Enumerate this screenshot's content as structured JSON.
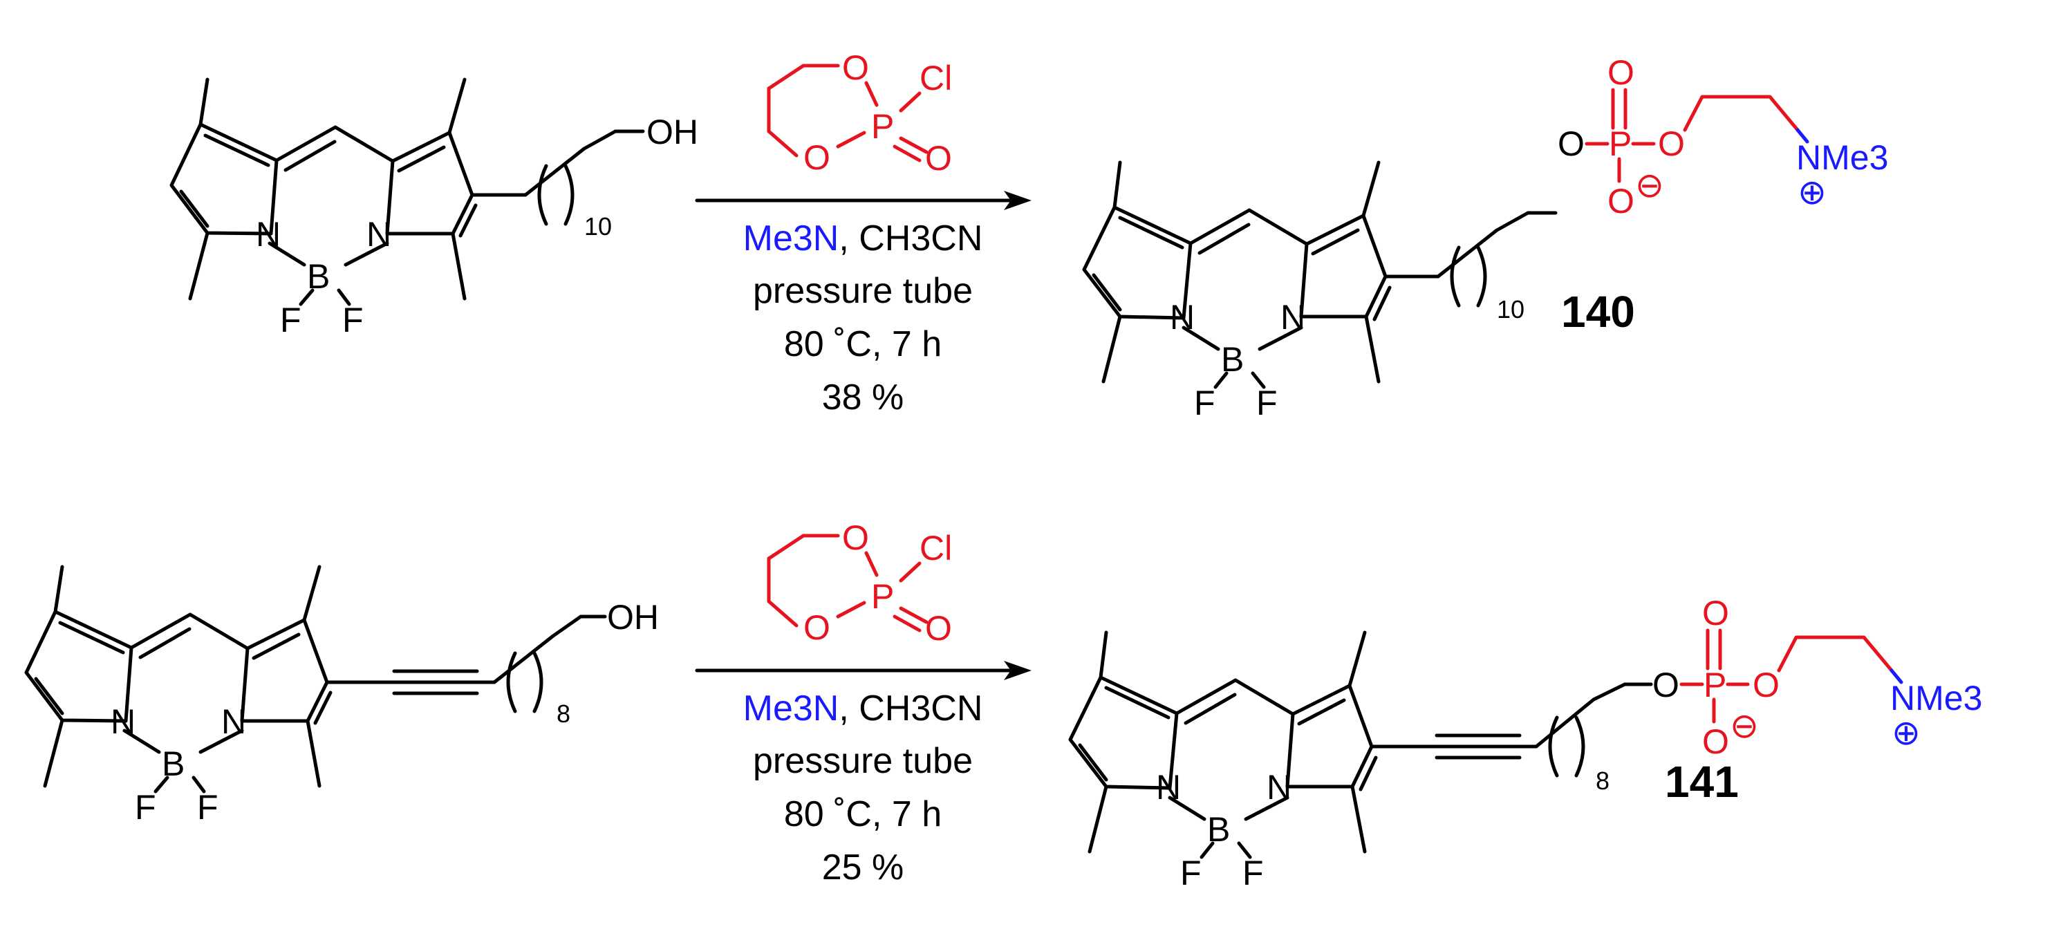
{
  "reactions": [
    {
      "substrate": {
        "chain_label": "OH",
        "repeat_count": "10"
      },
      "reagent": {
        "ring_o1": "O",
        "ring_o2": "O",
        "p": "P",
        "cl": "Cl",
        "exo_o": "O"
      },
      "conditions": {
        "line1_amine": "Me3N",
        "line1_rest": ", CH3CN",
        "line2": "pressure tube",
        "line3": "80 ˚C, 7 h",
        "yield": "38 %"
      },
      "product": {
        "repeat_count": "10",
        "number": "140",
        "ammonium": "NMe3",
        "plus": "⊕",
        "minus": "⊖"
      }
    },
    {
      "substrate": {
        "chain_label": "OH",
        "repeat_count": "8"
      },
      "reagent": {
        "ring_o1": "O",
        "ring_o2": "O",
        "p": "P",
        "cl": "Cl",
        "exo_o": "O"
      },
      "conditions": {
        "line1_amine": "Me3N",
        "line1_rest": ", CH3CN",
        "line2": "pressure tube",
        "line3": "80 ˚C, 7 h",
        "yield": "25 %"
      },
      "product": {
        "repeat_count": "8",
        "number": "141",
        "ammonium": "NMe3",
        "plus": "⊕",
        "minus": "⊖"
      }
    }
  ],
  "atoms": {
    "n": "N",
    "b": "B",
    "f": "F",
    "o": "O",
    "p": "P"
  },
  "colors": {
    "black": "#000000",
    "red": "#e6141e",
    "blue": "#1a1aff"
  }
}
